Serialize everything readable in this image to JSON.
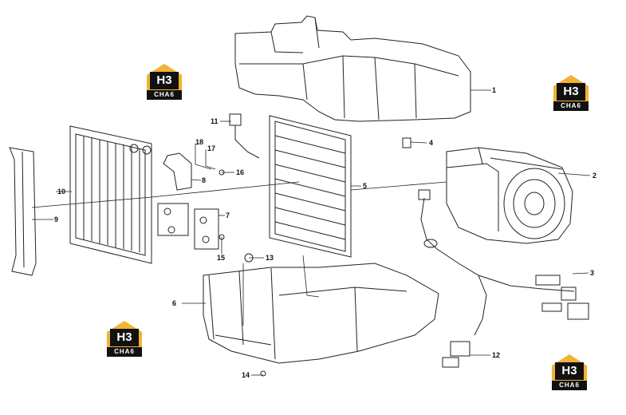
{
  "diagram": {
    "callouts": [
      "1",
      "2",
      "3",
      "4",
      "5",
      "6",
      "7",
      "8",
      "9",
      "10",
      "11",
      "12",
      "13",
      "14",
      "15",
      "16",
      "17",
      "18"
    ]
  },
  "watermark": {
    "mark": "H3",
    "text": "CHA6"
  },
  "colors": {
    "line": "#222222",
    "logo_accent": "#f2b233",
    "logo_dark": "#111111"
  }
}
